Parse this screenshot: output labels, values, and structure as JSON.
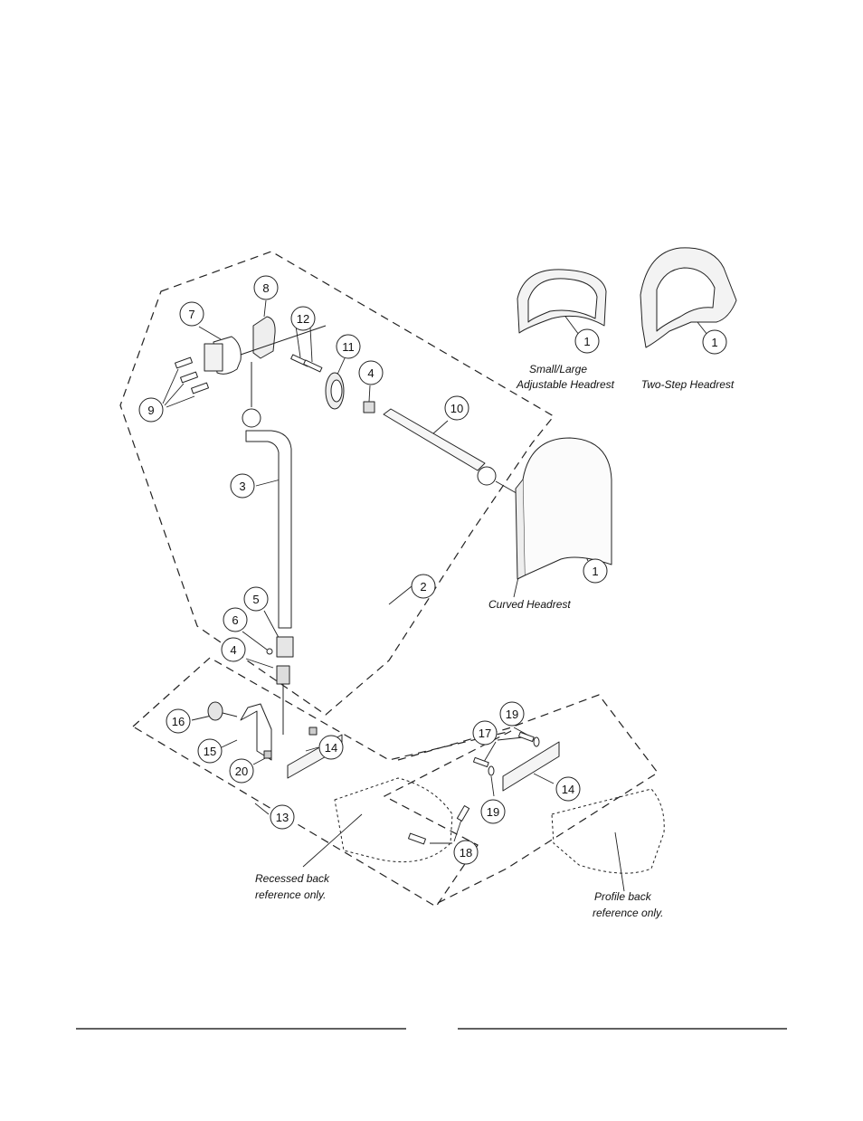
{
  "diagram": {
    "callouts": [
      {
        "id": "c8",
        "label": "8"
      },
      {
        "id": "c7",
        "label": "7"
      },
      {
        "id": "c12",
        "label": "12"
      },
      {
        "id": "c11",
        "label": "11"
      },
      {
        "id": "c9",
        "label": "9"
      },
      {
        "id": "c4a",
        "label": "4"
      },
      {
        "id": "c10",
        "label": "10"
      },
      {
        "id": "c3",
        "label": "3"
      },
      {
        "id": "c2",
        "label": "2"
      },
      {
        "id": "c1curved",
        "label": "1"
      },
      {
        "id": "c5",
        "label": "5"
      },
      {
        "id": "c6",
        "label": "6"
      },
      {
        "id": "c4b",
        "label": "4"
      },
      {
        "id": "c16",
        "label": "16"
      },
      {
        "id": "c15",
        "label": "15"
      },
      {
        "id": "c20",
        "label": "20"
      },
      {
        "id": "c14a",
        "label": "14"
      },
      {
        "id": "c13",
        "label": "13"
      },
      {
        "id": "c18",
        "label": "18"
      },
      {
        "id": "c19a",
        "label": "19"
      },
      {
        "id": "c17",
        "label": "17"
      },
      {
        "id": "c14b",
        "label": "14"
      },
      {
        "id": "c19b",
        "label": "19"
      },
      {
        "id": "c1small",
        "label": "1"
      },
      {
        "id": "c1twostep",
        "label": "1"
      }
    ],
    "captions": {
      "small_large_line1": "Small/Large",
      "small_large_line2": "Adjustable Headrest",
      "two_step": "Two-Step Headrest",
      "curved": "Curved Headrest",
      "recessed_line1": "Recessed back",
      "recessed_line2": "reference only.",
      "profile_line1": "Profile back",
      "profile_line2": "reference only."
    }
  }
}
